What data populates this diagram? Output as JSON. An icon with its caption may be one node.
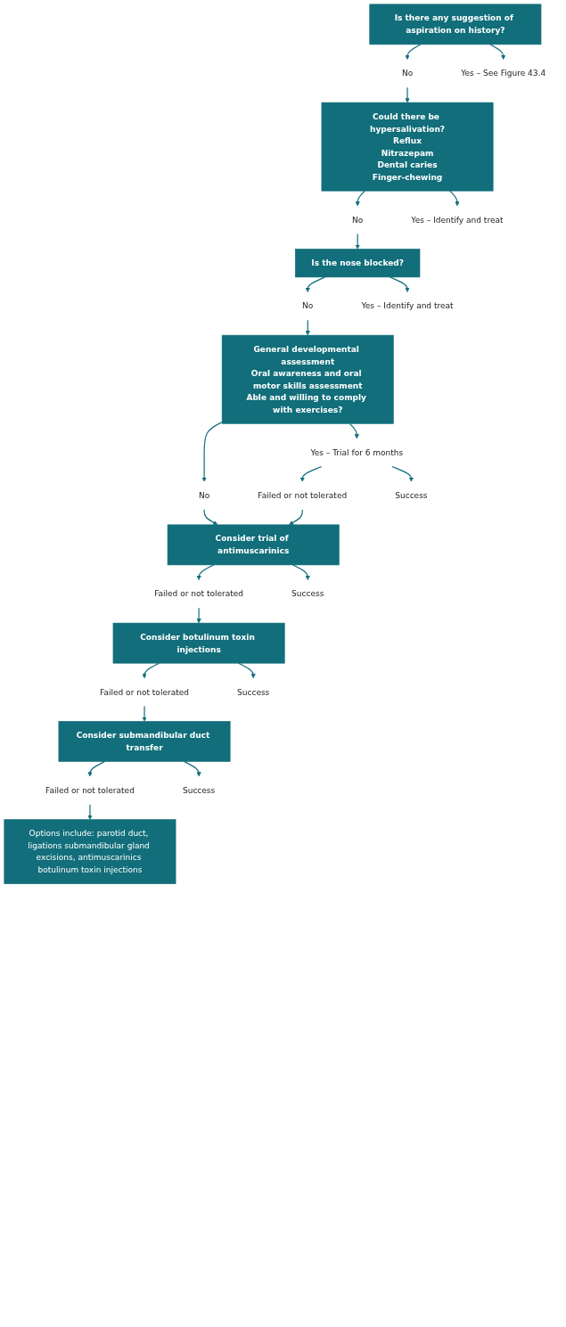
{
  "diagram": {
    "nodes": [
      {
        "text": [
          "Is there any suggestion of aspiration on history?"
        ]
      },
      {
        "text": [
          "No"
        ]
      },
      {
        "text": [
          "Yes – See Figure 43.4"
        ]
      },
      {
        "text": [
          "Could there be hypersalivation?",
          "Reflux",
          "Nitrazepam",
          "Dental caries",
          "Finger-chewing"
        ]
      },
      {
        "text": [
          "No"
        ]
      },
      {
        "text": [
          "Yes – Identify and treat"
        ]
      },
      {
        "text": [
          "Is the nose blocked?"
        ]
      },
      {
        "text": [
          "No"
        ]
      },
      {
        "text": [
          "Yes – Identify and treat"
        ]
      },
      {
        "text": [
          "General developmental assessment",
          "Oral awareness and oral motor skills assessment",
          "Able and willing to comply with exercises?"
        ]
      },
      {
        "text": [
          "No"
        ]
      },
      {
        "text": [
          "Yes – Trial for 6 months"
        ]
      },
      {
        "text": [
          "Failed or not tolerated"
        ]
      },
      {
        "text": [
          "Success"
        ]
      },
      {
        "text": [
          "Consider trial of antimuscarinics"
        ]
      },
      {
        "text": [
          "Failed or not tolerated"
        ]
      },
      {
        "text": [
          "Success"
        ]
      },
      {
        "text": [
          "Consider botulinum toxin injections"
        ]
      },
      {
        "text": [
          "Failed or not tolerated"
        ]
      },
      {
        "text": [
          "Success"
        ]
      },
      {
        "text": [
          "Consider submandibular duct transfer"
        ]
      },
      {
        "text": [
          "Failed or not tolerated"
        ]
      },
      {
        "text": [
          "Success"
        ]
      },
      {
        "text": [
          "Options include: parotid duct, ligations submandibular gland excisions, antimuscarinics botulinum toxin injections"
        ]
      }
    ],
    "edges": [
      {
        "from": 0,
        "to": 1,
        "arrow": "to"
      },
      {
        "from": 0,
        "to": 2,
        "arrow": "to"
      },
      {
        "from": 1,
        "to": 3,
        "arrow": "to"
      },
      {
        "from": 3,
        "to": 4,
        "arrow": "to"
      },
      {
        "from": 3,
        "to": 5,
        "arrow": "to"
      },
      {
        "from": 4,
        "to": 6,
        "arrow": "to"
      },
      {
        "from": 6,
        "to": 7,
        "arrow": "to"
      },
      {
        "from": 6,
        "to": 8,
        "arrow": "to"
      },
      {
        "from": 7,
        "to": 9,
        "arrow": "to"
      },
      {
        "from": 9,
        "to": 10,
        "arrow": "to"
      },
      {
        "from": 9,
        "to": 11,
        "arrow": "to"
      },
      {
        "from": 10,
        "to": 14,
        "arrow": "to"
      },
      {
        "from": 11,
        "to": 12,
        "arrow": "to"
      },
      {
        "from": 11,
        "to": 13,
        "arrow": "to"
      },
      {
        "from": 12,
        "to": 14,
        "arrow": "to"
      },
      {
        "from": 14,
        "to": 15,
        "arrow": "to"
      },
      {
        "from": 14,
        "to": 16,
        "arrow": "to"
      },
      {
        "from": 15,
        "to": 17,
        "arrow": "to"
      },
      {
        "from": 17,
        "to": 18,
        "arrow": "to"
      },
      {
        "from": 17,
        "to": 19,
        "arrow": "to"
      },
      {
        "from": 18,
        "to": 20,
        "arrow": "to"
      },
      {
        "from": 20,
        "to": 21,
        "arrow": "to"
      },
      {
        "from": 20,
        "to": 22,
        "arrow": "to"
      },
      {
        "from": 21,
        "to": 23,
        "arrow": "to"
      }
    ]
  }
}
